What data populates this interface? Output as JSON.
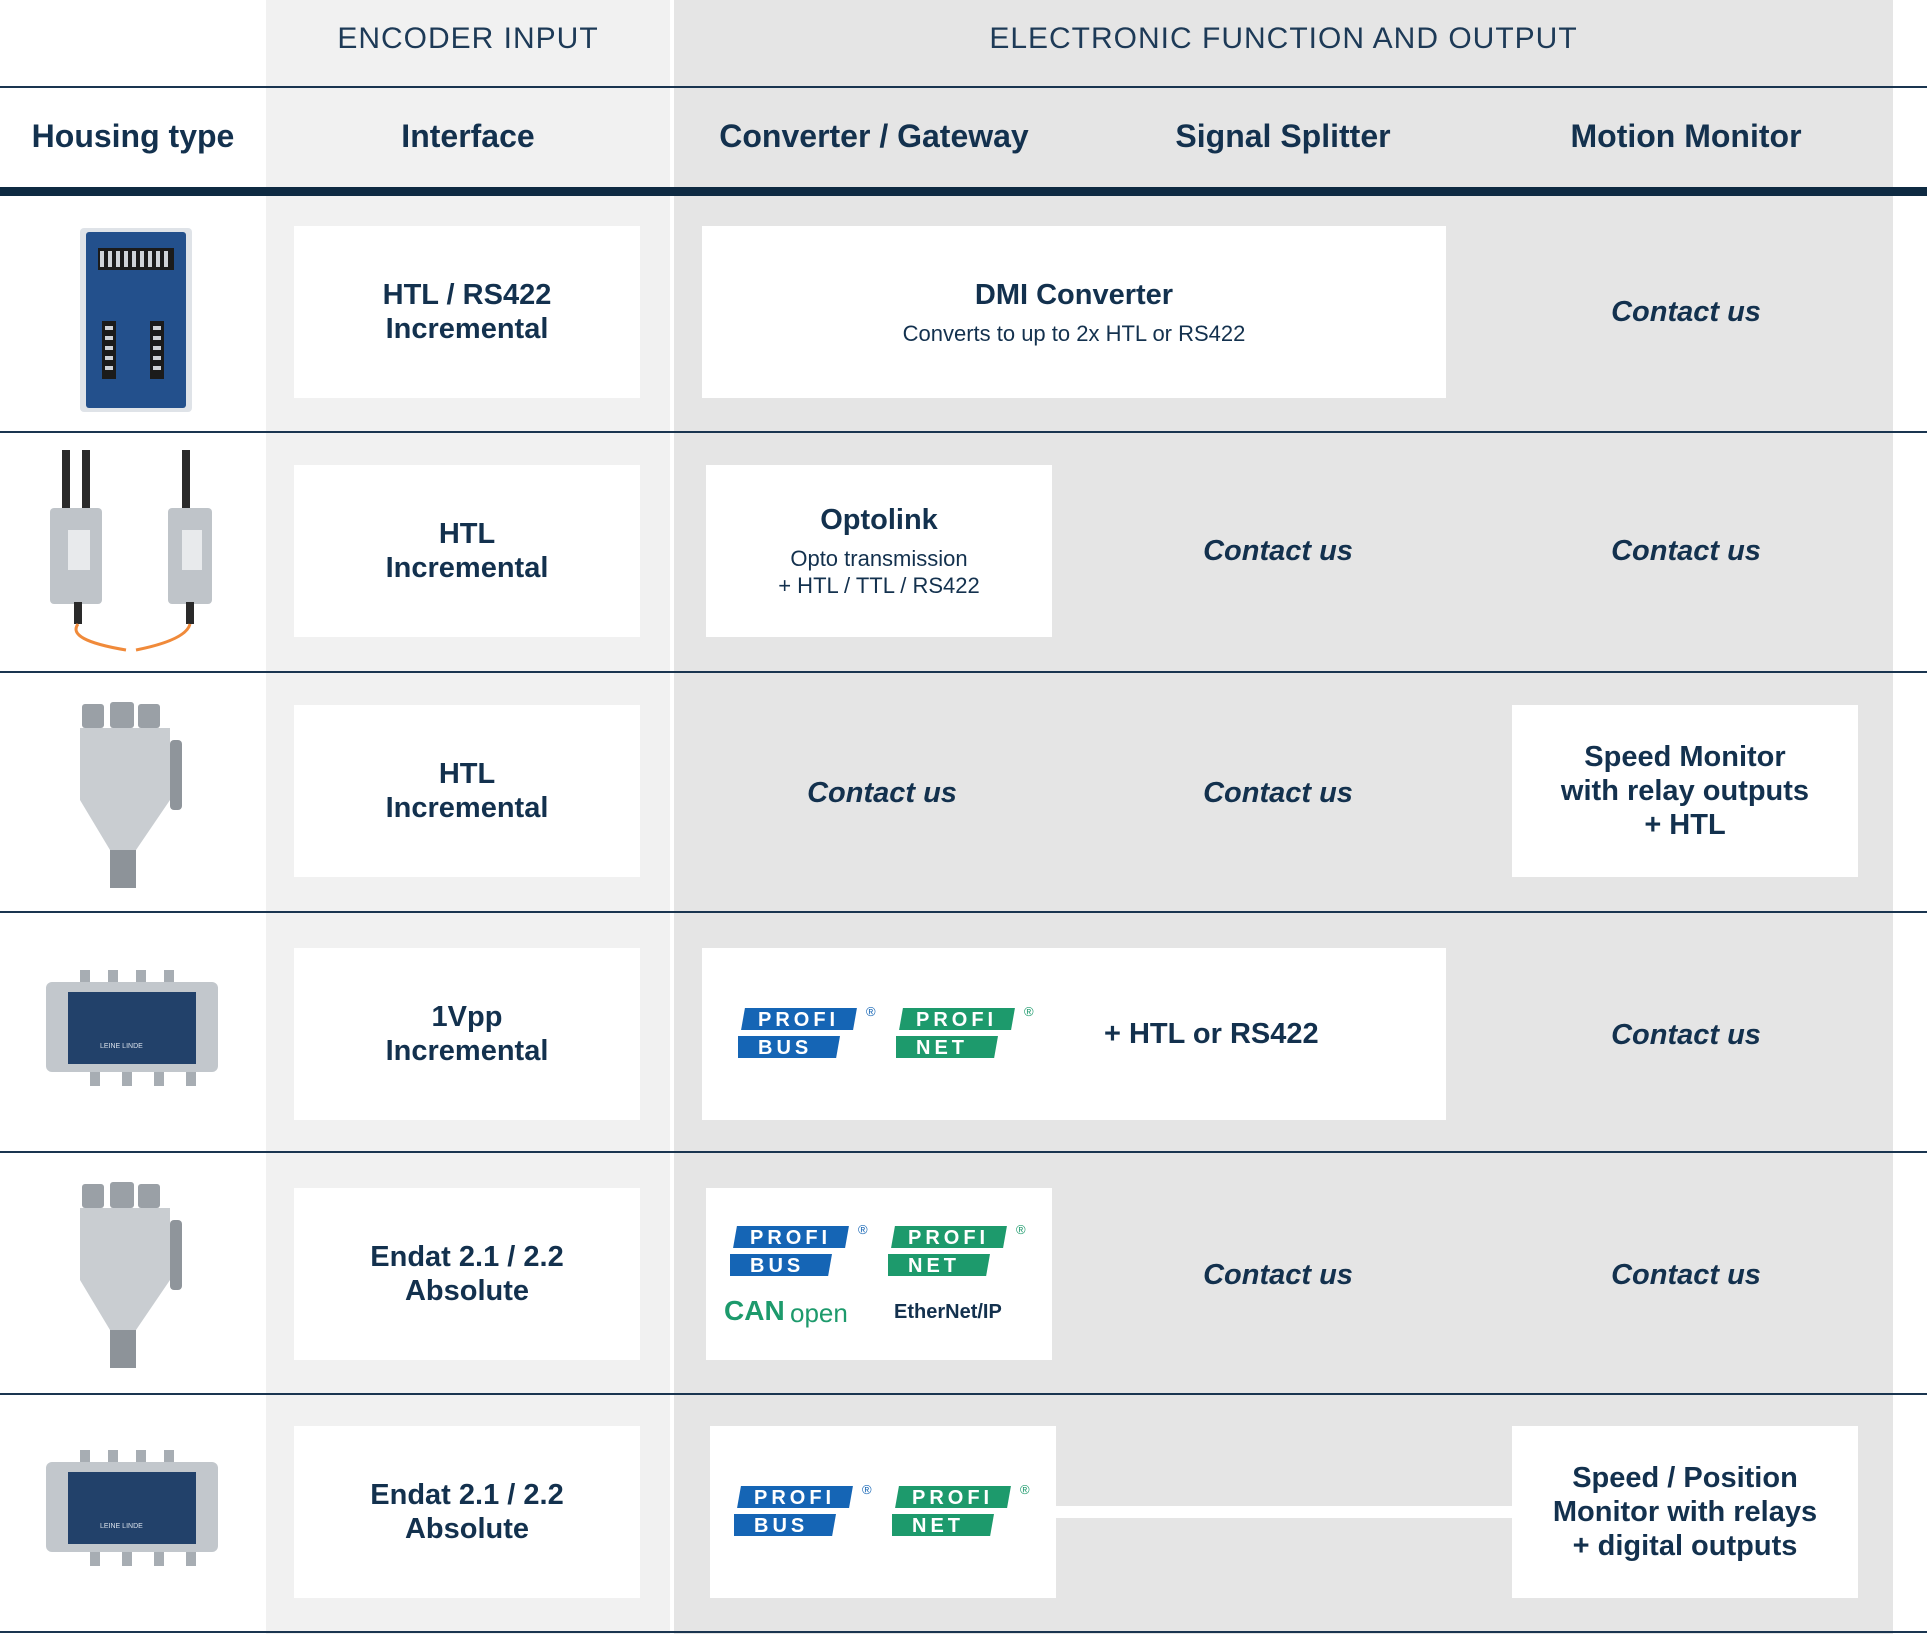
{
  "groups": {
    "encoder_input": "ENCODER INPUT",
    "function_output": "ELECTRONIC FUNCTION AND OUTPUT"
  },
  "columns": {
    "housing": "Housing type",
    "interface": "Interface",
    "converter": "Converter / Gateway",
    "splitter": "Signal Splitter",
    "motion": "Motion Monitor"
  },
  "logos": {
    "profi": "PROFI",
    "bus": "BUS",
    "net": "NET",
    "registered": "®",
    "can": "CAN",
    "open": "open",
    "ethernet_ip": "EtherNet/IP",
    "leine_linde": "LEINE LINDE"
  },
  "rows": [
    {
      "interface": [
        "HTL / RS422",
        "Incremental"
      ],
      "converter": {
        "title": "DMI Converter",
        "desc": "Converts to up to 2x HTL or RS422"
      },
      "motion": "Contact us",
      "image": "blue-terminal-box"
    },
    {
      "interface": [
        "HTL",
        "Incremental"
      ],
      "converter": {
        "title": "Optolink",
        "desc1": "Opto transmission",
        "desc2": "+ HTL / TTL / RS422"
      },
      "splitter": "Contact us",
      "motion": "Contact us",
      "image": "optolink-pair"
    },
    {
      "interface": [
        "HTL",
        "Incremental"
      ],
      "converter": "Contact us",
      "splitter": "Contact us",
      "motion": [
        "Speed Monitor",
        "with relay outputs",
        "+ HTL"
      ],
      "image": "steel-housing"
    },
    {
      "interface": [
        "1Vpp",
        "Incremental"
      ],
      "converter_extra": "+ HTL or RS422",
      "motion": "Contact us",
      "image": "steel-box-module"
    },
    {
      "interface": [
        "Endat 2.1 / 2.2",
        "Absolute"
      ],
      "splitter": "Contact us",
      "motion": "Contact us",
      "image": "steel-housing"
    },
    {
      "interface": [
        "Endat 2.1 / 2.2",
        "Absolute"
      ],
      "motion": [
        "Speed / Position",
        "Monitor with relays",
        "+ digital outputs"
      ],
      "image": "steel-box-module"
    }
  ],
  "colors": {
    "navy": "#13314e",
    "profibus_blue": "#1565b5",
    "profinet_green": "#1d9a6c",
    "light_col": "#f1f1f1",
    "grey_col": "#e5e5e5"
  }
}
